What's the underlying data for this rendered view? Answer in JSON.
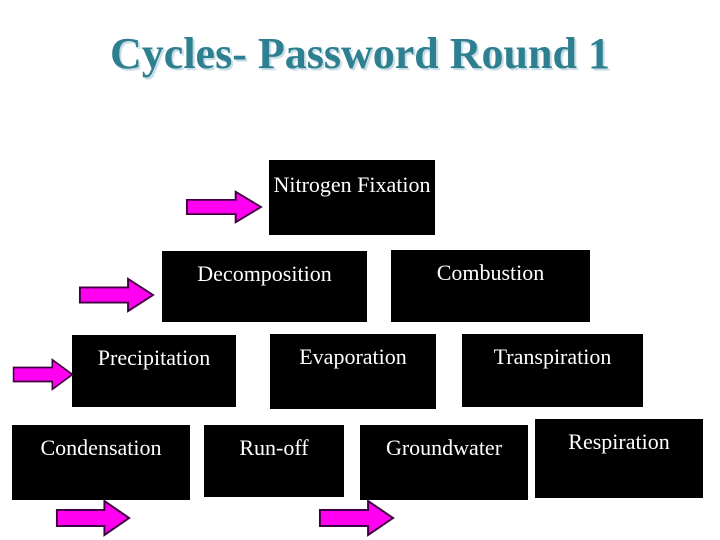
{
  "slide": {
    "title": "Cycles- Password Round 1"
  },
  "colors": {
    "background": "#FFFFFF",
    "title": "#2E7F90",
    "title_shadow": "#C5DBE4",
    "box_bg": "#000000",
    "box_text": "#FFFFFF",
    "arrow_fill": "#FF00F0",
    "arrow_outline": "#400040"
  },
  "boxes": [
    {
      "label": "Nitrogen Fixation"
    },
    {
      "label": "Decomposition"
    },
    {
      "label": "Combustion"
    },
    {
      "label": "Precipitation"
    },
    {
      "label": "Evaporation"
    },
    {
      "label": "Transpiration"
    },
    {
      "label": "Condensation"
    },
    {
      "label": "Run-off"
    },
    {
      "label": "Groundwater"
    },
    {
      "label": "Respiration"
    }
  ],
  "arrows": [
    {
      "direction": "right",
      "points_at": "Nitrogen Fixation"
    },
    {
      "direction": "right",
      "points_at": "Decomposition"
    },
    {
      "direction": "right",
      "points_at": "Precipitation"
    },
    {
      "direction": "right",
      "points_at": ""
    },
    {
      "direction": "right",
      "points_at": ""
    }
  ]
}
